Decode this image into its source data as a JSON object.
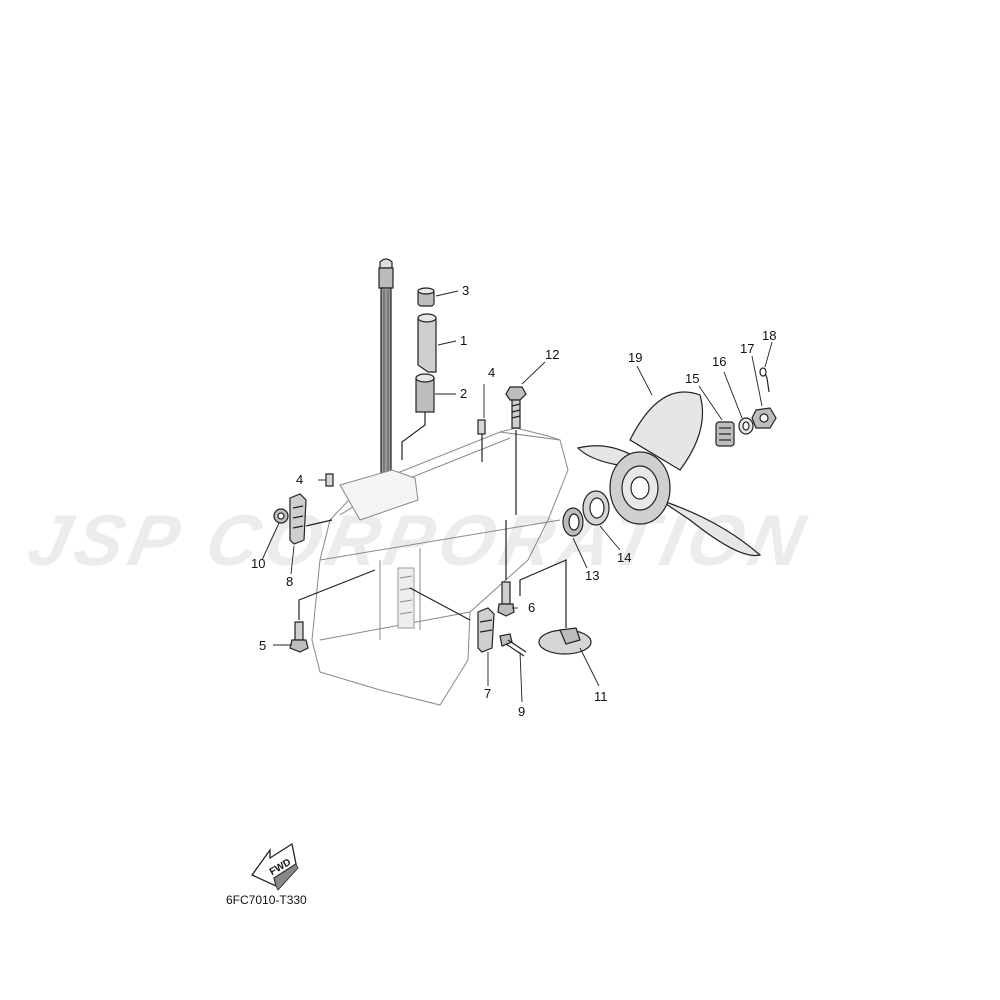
{
  "watermark": "JSP CORPORATION",
  "diagram_code": "6FC7010-T330",
  "fwd_label": "FWD",
  "callouts": [
    {
      "id": "c1",
      "label": "1"
    },
    {
      "id": "c2",
      "label": "2"
    },
    {
      "id": "c3",
      "label": "3"
    },
    {
      "id": "c4a",
      "label": "4"
    },
    {
      "id": "c4b",
      "label": "4"
    },
    {
      "id": "c5",
      "label": "5"
    },
    {
      "id": "c6",
      "label": "6"
    },
    {
      "id": "c7",
      "label": "7"
    },
    {
      "id": "c8",
      "label": "8"
    },
    {
      "id": "c9",
      "label": "9"
    },
    {
      "id": "c10",
      "label": "10"
    },
    {
      "id": "c11",
      "label": "11"
    },
    {
      "id": "c12",
      "label": "12"
    },
    {
      "id": "c13",
      "label": "13"
    },
    {
      "id": "c14",
      "label": "14"
    },
    {
      "id": "c15",
      "label": "15"
    },
    {
      "id": "c16",
      "label": "16"
    },
    {
      "id": "c17",
      "label": "17"
    },
    {
      "id": "c18",
      "label": "18"
    },
    {
      "id": "c19",
      "label": "19"
    }
  ]
}
